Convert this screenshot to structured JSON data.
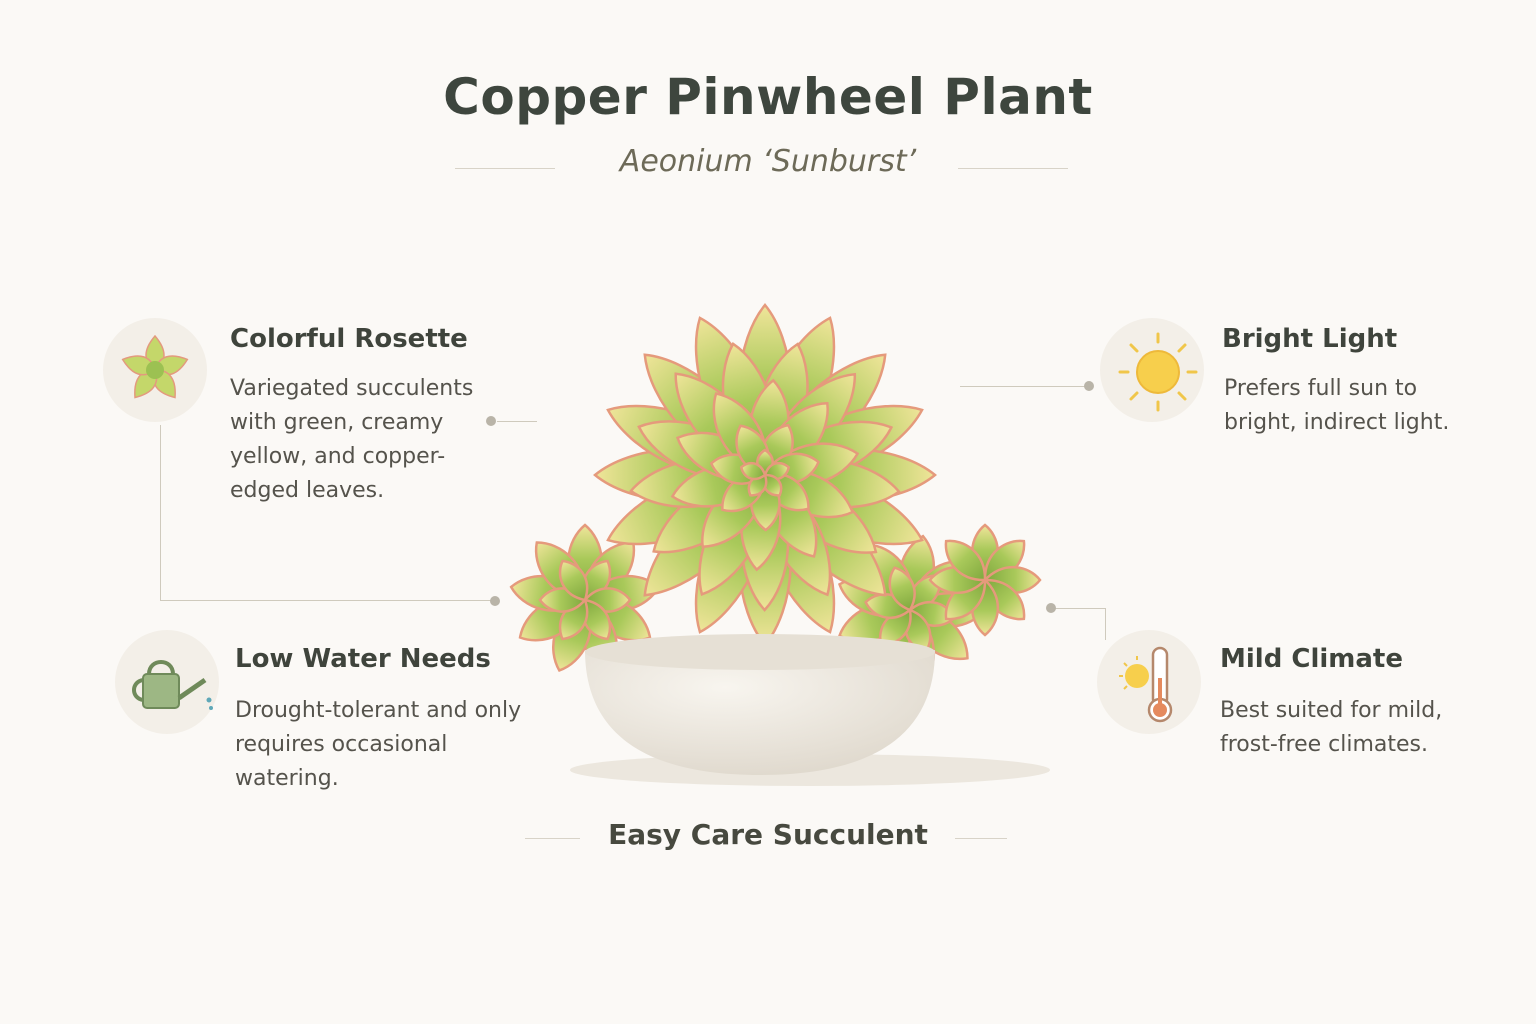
{
  "header": {
    "title": "Copper Pinwheel Plant",
    "subtitle": "Aeonium ‘Sunburst’"
  },
  "features": [
    {
      "title": "Colorful Rosette",
      "text": "Variegated succulents with green, creamy yellow, and copper-edged leaves.",
      "icon": "rosette-icon"
    },
    {
      "title": "Low Water Needs",
      "text": "Drought-tolerant and only requires occasional watering.",
      "icon": "watering-can-icon"
    },
    {
      "title": "Bright Light",
      "text": "Prefers full sun to bright, indirect light.",
      "icon": "sun-icon"
    },
    {
      "title": "Mild Climate",
      "text": "Best suited for mild, frost-free climates.",
      "icon": "thermometer-sun-icon"
    }
  ],
  "footer": {
    "label": "Easy Care Succulent"
  },
  "colors": {
    "leaf_green": "#8cb44a",
    "leaf_cream": "#f1e6a0",
    "leaf_copper": "#e59a7c",
    "pot": "#efeae2",
    "sun": "#f5c842"
  }
}
